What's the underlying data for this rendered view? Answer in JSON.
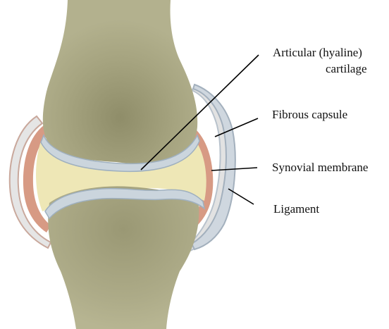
{
  "labels": {
    "articular_line1": "Articular (hyaline)",
    "articular_line2": "cartilage",
    "fibrous_capsule": "Fibrous capsule",
    "synovial_membrane": "Synovial membrane",
    "ligament": "Ligament"
  },
  "colors": {
    "bone": "#a9a784",
    "bone_shadow": "#8d8b67",
    "bone_highlight": "#bdbb98",
    "cartilage": "#c7d2da",
    "cartilage_edge": "#9aa9b6",
    "synovial_fluid": "#efe9b8",
    "synovial_membrane": "#d99b84",
    "fibrous_capsule": "#dedede",
    "ligament": "#c9d2da",
    "leader_line": "#000000"
  }
}
